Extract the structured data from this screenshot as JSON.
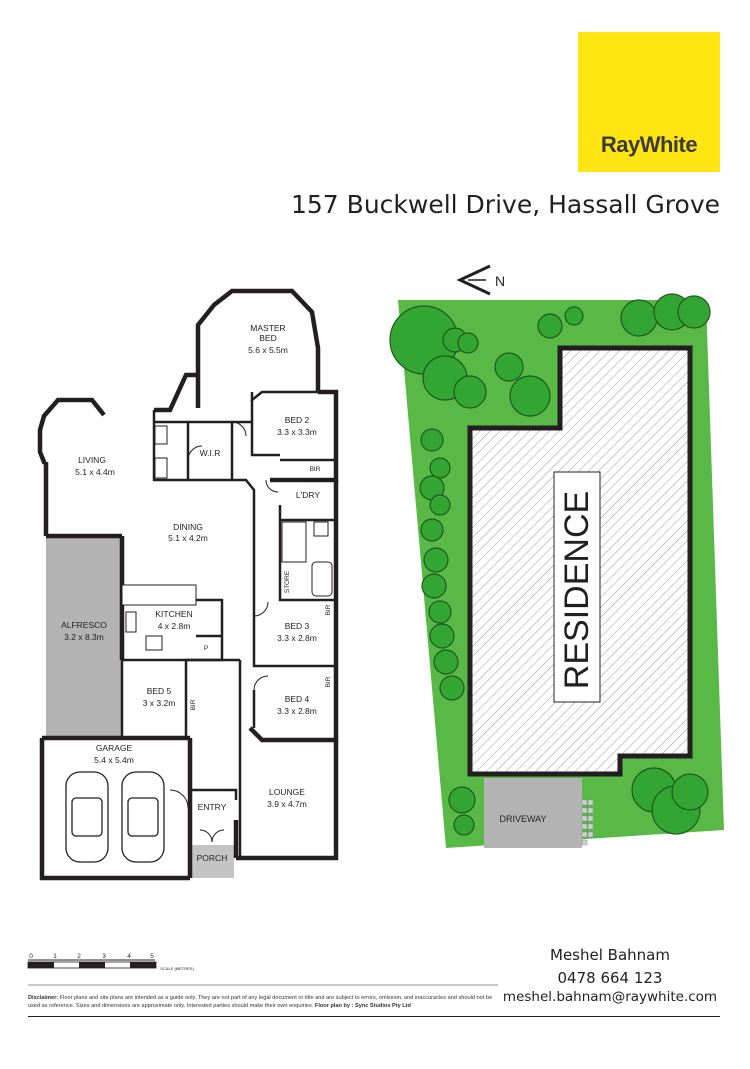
{
  "brand": {
    "name": "RayWhite",
    "color": "#ffe512"
  },
  "address": "157 Buckwell Drive, Hassall Grove",
  "rooms": {
    "master_bed": {
      "name_line1": "MASTER",
      "name_line2": "BED",
      "size": "5.6 x 5.5m"
    },
    "bed2": {
      "name": "BED 2",
      "size": "3.3 x 3.3m"
    },
    "living": {
      "name": "LIVING",
      "size": "5.1 x 4.4m"
    },
    "wir": "W.I.R",
    "bir_bed2": "BIR",
    "ldry": "L'DRY",
    "dining": {
      "name": "DINING",
      "size": "5.1 x 4.2m"
    },
    "store": "STORE",
    "alfresco": {
      "name": "ALFRESCO",
      "size": "3.2 x 8.3m"
    },
    "kitchen": {
      "name": "KITCHEN",
      "size": "4 x 2.8m"
    },
    "pantry": "P",
    "bed3": {
      "name": "BED 3",
      "size": "3.3 x 2.8m"
    },
    "bir_bed3": "BIR",
    "bed5": {
      "name": "BED 5",
      "size": "3 x 3.2m"
    },
    "bir_bed5": "BIR",
    "bed4": {
      "name": "BED 4",
      "size": "3.3 x 2.8m"
    },
    "bir_bed4": "BIR",
    "garage": {
      "name": "GARAGE",
      "size": "5.4 x 5.4m"
    },
    "entry": "ENTRY",
    "lounge": {
      "name": "LOUNGE",
      "size": "3.9 x 4.7m"
    },
    "porch": "PORCH"
  },
  "site": {
    "residence": "RESIDENCE",
    "driveway": "DRIVEWAY",
    "north": "N",
    "lawn_color": "#58b947",
    "tree_color": "#33a532"
  },
  "scale": {
    "ticks": [
      "0",
      "1",
      "2",
      "3",
      "4",
      "5"
    ],
    "label": "SCALE (METRES)"
  },
  "contact": {
    "name": "Meshel Bahnam",
    "phone": "0478 664 123",
    "email": "meshel.bahnam@raywhite.com"
  },
  "disclaimer": {
    "lead": "Disclaimer:",
    "text": "Floor plans and site plans are intended as a guide only. They are not part of any legal document or title and are subject to errors, omission, and inaccuracies and should not be used as reference. Sizes and dimensions are approximate only. Interested parties should make their own enquiries.",
    "credit": "Floor plan by : Sync Studios Pty Ltd"
  }
}
